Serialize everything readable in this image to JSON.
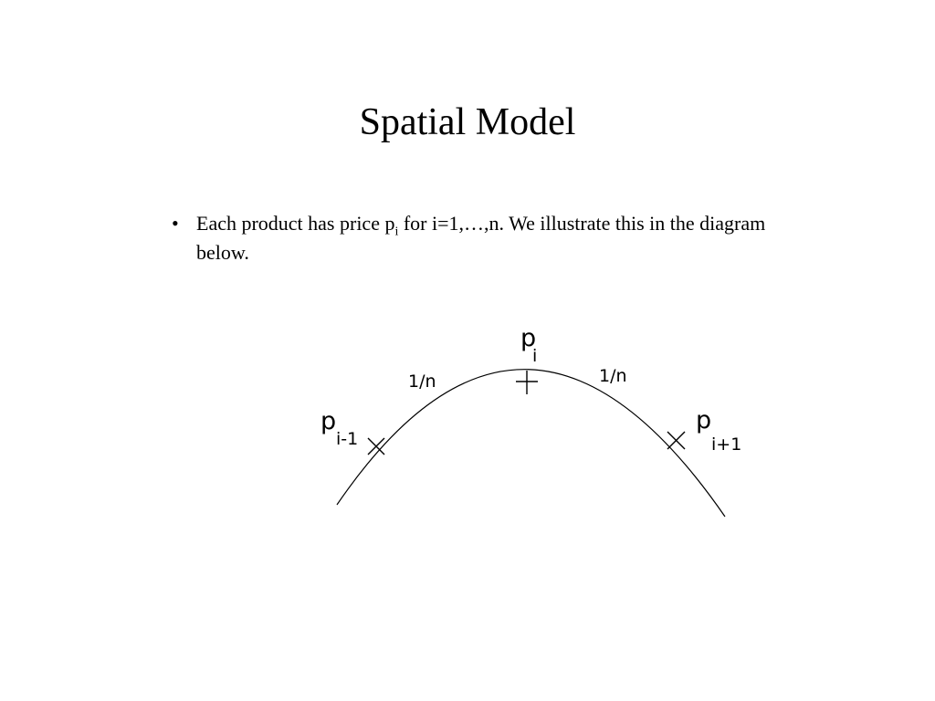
{
  "slide": {
    "title": "Spatial Model",
    "bullet": {
      "marker": "•",
      "text_before": "Each product has price p",
      "subscript": "i",
      "text_after": " for i=1,…,n.  We illustrate this in the diagram below."
    }
  },
  "diagram": {
    "labels": {
      "p_prev": {
        "main": "p",
        "sub": "i-1"
      },
      "p_mid": {
        "main": "p",
        "sub": "i"
      },
      "p_next": {
        "main": "p",
        "sub": "i+1"
      },
      "dist_left": "1/n",
      "dist_right": "1/n"
    }
  }
}
